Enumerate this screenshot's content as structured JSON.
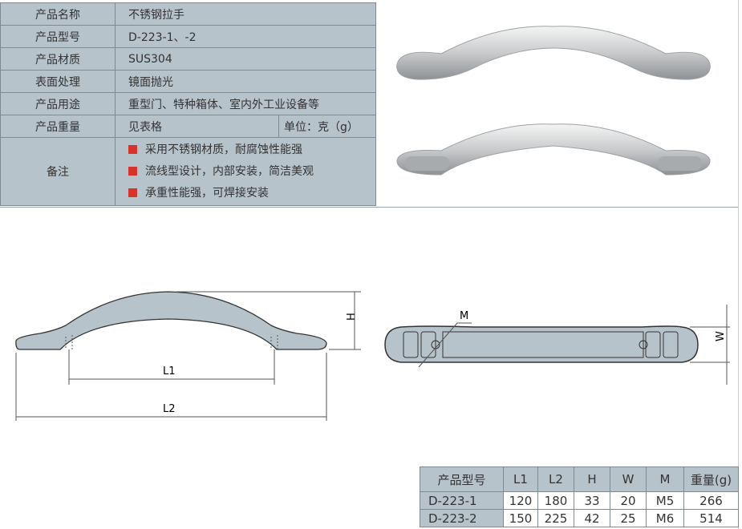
{
  "spec": {
    "rows": [
      {
        "key": "产品名称",
        "value": "不锈钢拉手"
      },
      {
        "key": "产品型号",
        "value": "D-223-1、-2"
      },
      {
        "key": "产品材质",
        "value": "SUS304"
      },
      {
        "key": "表面处理",
        "value": "镜面抛光"
      },
      {
        "key": "产品用途",
        "value": "重型门、特种箱体、室内外工业设备等"
      },
      {
        "key": "产品重量",
        "value": "见表格",
        "unit": "单位：克（g）"
      }
    ],
    "notes_key": "备注",
    "notes": [
      "采用不锈钢材质，耐腐蚀性能强",
      "流线型设计，内部安装，简洁美观",
      "承重性能强，可焊接安装"
    ]
  },
  "drawing": {
    "h": "H",
    "l1": "L1",
    "l2": "L2",
    "m": "M",
    "w": "W"
  },
  "dims": {
    "headers": [
      "产品型号",
      "L1",
      "L2",
      "H",
      "W",
      "M",
      "重量(g)"
    ],
    "rows": [
      [
        "D-223-1",
        "120",
        "180",
        "33",
        "20",
        "M5",
        "266"
      ],
      [
        "D-223-2",
        "150",
        "225",
        "42",
        "25",
        "M6",
        "514"
      ]
    ]
  },
  "colors": {
    "table_bg": "#b7c3ca",
    "bullet": "#d6332a",
    "part": "#b7c3ca"
  }
}
